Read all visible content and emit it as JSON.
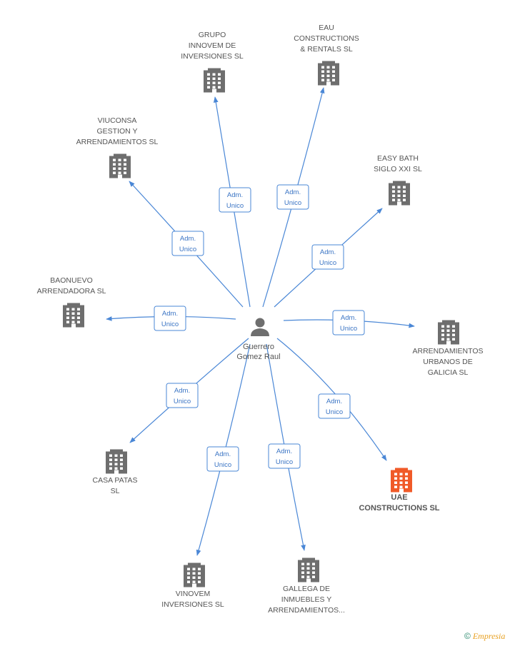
{
  "center": {
    "name_lines": [
      "Guerrero",
      "Gomez Raul"
    ],
    "icon": "person-icon"
  },
  "edge_label_lines": [
    "Adm.",
    "Unico"
  ],
  "companies": [
    {
      "id": "grupo-innovem",
      "lines": [
        "GRUPO",
        "INNOVEM DE",
        "INVERSIONES SL"
      ],
      "highlight": false
    },
    {
      "id": "eau-constructions",
      "lines": [
        "EAU",
        "CONSTRUCTIONS",
        "& RENTALS SL"
      ],
      "highlight": false
    },
    {
      "id": "viuconsa",
      "lines": [
        "VIUCONSA",
        "GESTION Y",
        "ARRENDAMIENTOS SL"
      ],
      "highlight": false
    },
    {
      "id": "easy-bath",
      "lines": [
        "EASY BATH",
        "SIGLO XXI SL"
      ],
      "highlight": false
    },
    {
      "id": "baonuevo",
      "lines": [
        "BAONUEVO",
        "ARRENDADORA SL"
      ],
      "highlight": false
    },
    {
      "id": "arrendamientos-urbanos",
      "lines": [
        "ARRENDAMIENTOS",
        "URBANOS DE",
        "GALICIA SL"
      ],
      "highlight": false
    },
    {
      "id": "casa-patas",
      "lines": [
        "CASA PATAS",
        "SL"
      ],
      "highlight": false
    },
    {
      "id": "uae-constructions",
      "lines": [
        "UAE",
        "CONSTRUCTIONS SL"
      ],
      "highlight": true
    },
    {
      "id": "vinovem",
      "lines": [
        "VINOVEM",
        "INVERSIONES SL"
      ],
      "highlight": false
    },
    {
      "id": "gallega",
      "lines": [
        "GALLEGA DE",
        "INMUEBLES Y",
        "ARRENDAMIENTOS..."
      ],
      "highlight": false
    }
  ],
  "colors": {
    "edge": "#4a87d6",
    "building": "#6e6e6e",
    "highlight": "#f05a28",
    "person": "#6e6e6e"
  },
  "brand": {
    "copyright": "©",
    "name": "Empresia"
  }
}
